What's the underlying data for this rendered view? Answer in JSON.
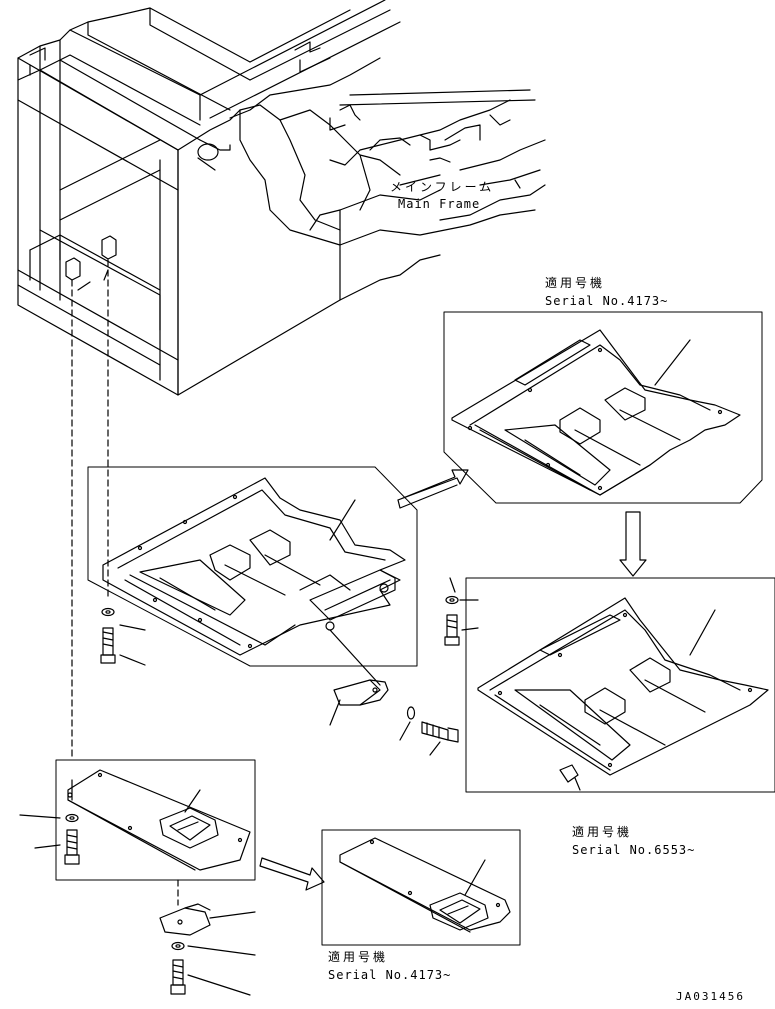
{
  "labels": {
    "main_frame_jp": "メインフレーム",
    "main_frame_en": "Main Frame",
    "applicable_top_jp": "適用号機",
    "applicable_top_en": "Serial No.4173~",
    "applicable_mid_jp": "適用号機",
    "applicable_mid_en": "Serial No.6553~",
    "applicable_bottom_jp": "適用号機",
    "applicable_bottom_en": "Serial No.4173~",
    "drawing_number": "JA031456"
  },
  "icons": {
    "arrow": "hollow-arrow-icon"
  }
}
